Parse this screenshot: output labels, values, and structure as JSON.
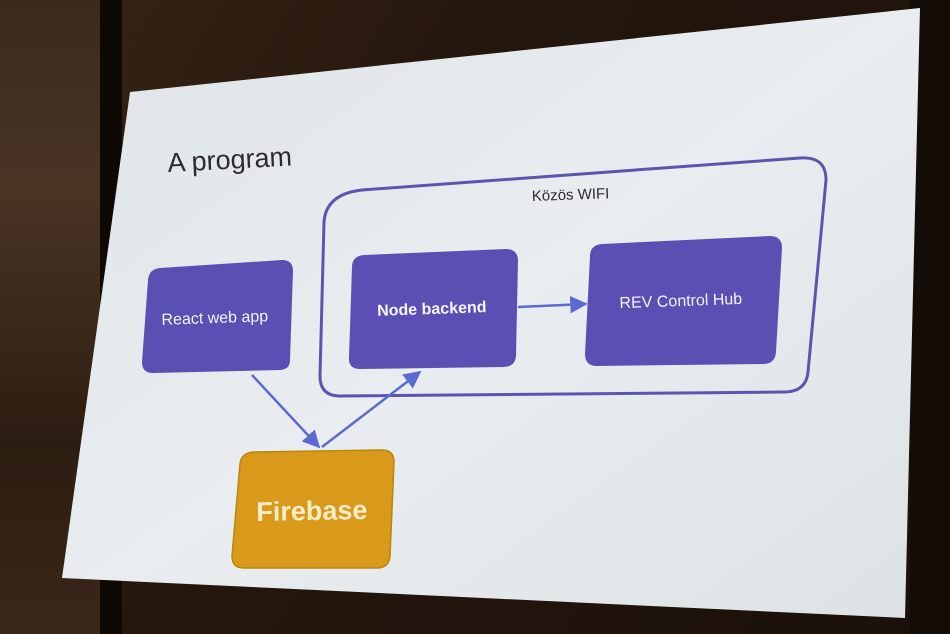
{
  "slide": {
    "title": "A program"
  },
  "group": {
    "label": "Közös WIFI"
  },
  "nodes": {
    "react": "React web app",
    "node": "Node backend",
    "rev": "REV Control Hub",
    "firebase": "Firebase"
  },
  "colors": {
    "node_fill": "#5a50b4",
    "group_stroke": "#5a56b0",
    "arrow": "#5a6ad0",
    "firebase_fill": "#d99a1c",
    "slide_bg": "#e7ebee"
  }
}
